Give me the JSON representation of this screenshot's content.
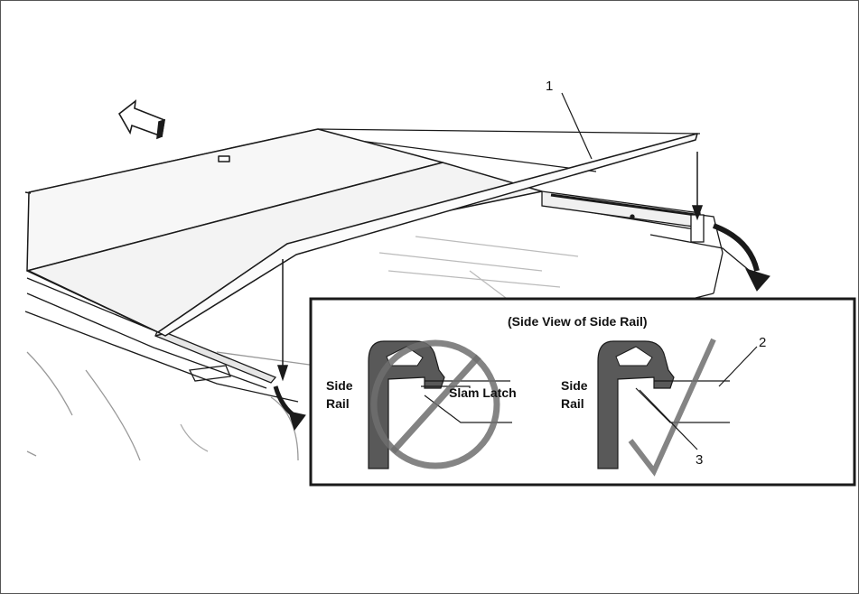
{
  "callouts": {
    "c1": "1",
    "c2": "2",
    "c3": "3"
  },
  "inset": {
    "title": "(Side View of Side Rail)",
    "wrong": {
      "rail_label_line1": "Side",
      "rail_label_line2": "Rail",
      "latch_label": "Slam Latch"
    },
    "correct": {
      "rail_label_line1": "Side",
      "rail_label_line2": "Rail"
    }
  },
  "colors": {
    "line": "#1a1a1a",
    "rail_fill": "#595959",
    "cover_fill": "#f7f7f7",
    "prohibit_ring": "#6e6e6e"
  }
}
